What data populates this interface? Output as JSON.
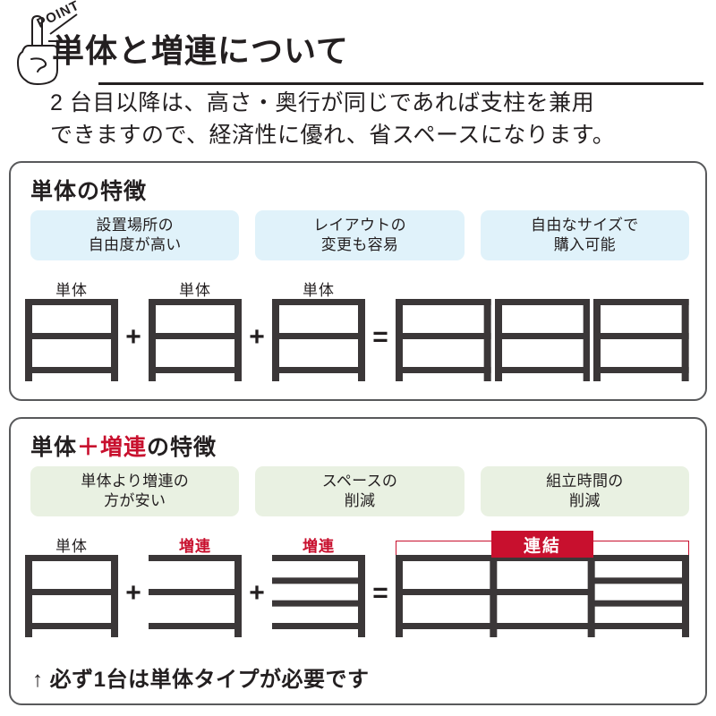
{
  "header": {
    "point_badge": "POINT",
    "title": "単体と増連について",
    "lead_line1": "2 台目以降は、高さ・奥行が同じであれば支柱を兼用",
    "lead_line2": "できますので、経済性に優れ、省スペースになります。"
  },
  "colors": {
    "ink": "#231f20",
    "border": "#58595b",
    "accent_red": "#c8102e",
    "pill_blue": "#e0f2fa",
    "pill_green": "#e9f1e2",
    "shelf": "#3b3738"
  },
  "panel_single": {
    "title": "単体の特徴",
    "pills": [
      {
        "line1": "設置場所の",
        "line2": "自由度が高い"
      },
      {
        "line1": "レイアウトの",
        "line2": "変更も容易"
      },
      {
        "line1": "自由なサイズで",
        "line2": "購入可能"
      }
    ],
    "equation": {
      "operands": [
        {
          "label": "単体",
          "label_color": "#231f20",
          "shelves": 3,
          "left_post": true,
          "right_post": true
        },
        {
          "label": "単体",
          "label_color": "#231f20",
          "shelves": 3,
          "left_post": true,
          "right_post": true
        },
        {
          "label": "単体",
          "label_color": "#231f20",
          "shelves": 3,
          "left_post": true,
          "right_post": true
        }
      ],
      "plus": "+",
      "equals": "=",
      "result_units": 3,
      "result_shelves": 3,
      "result_shares_posts": false
    }
  },
  "panel_combo": {
    "title_part1": "単体",
    "title_plus": "＋",
    "title_part2": "増連",
    "title_part3": "の特徴",
    "pills": [
      {
        "line1": "単体より増連の",
        "line2": "方が安い"
      },
      {
        "line1": "スペースの",
        "line2": "削減"
      },
      {
        "line1": "組立時間の",
        "line2": "削減"
      }
    ],
    "equation": {
      "operands": [
        {
          "label": "単体",
          "label_color": "#231f20",
          "shelves": 3,
          "left_post": true,
          "right_post": true
        },
        {
          "label": "増連",
          "label_color": "#c8102e",
          "shelves": 3,
          "left_post": false,
          "right_post": true
        },
        {
          "label": "増連",
          "label_color": "#c8102e",
          "shelves": 4,
          "left_post": false,
          "right_post": true
        }
      ],
      "plus": "+",
      "equals": "=",
      "result_units": 3,
      "result_shelves": 3,
      "result_shares_posts": true,
      "connect_banner": "連結"
    },
    "note": "↑ 必ず1台は単体タイプが必要です"
  }
}
